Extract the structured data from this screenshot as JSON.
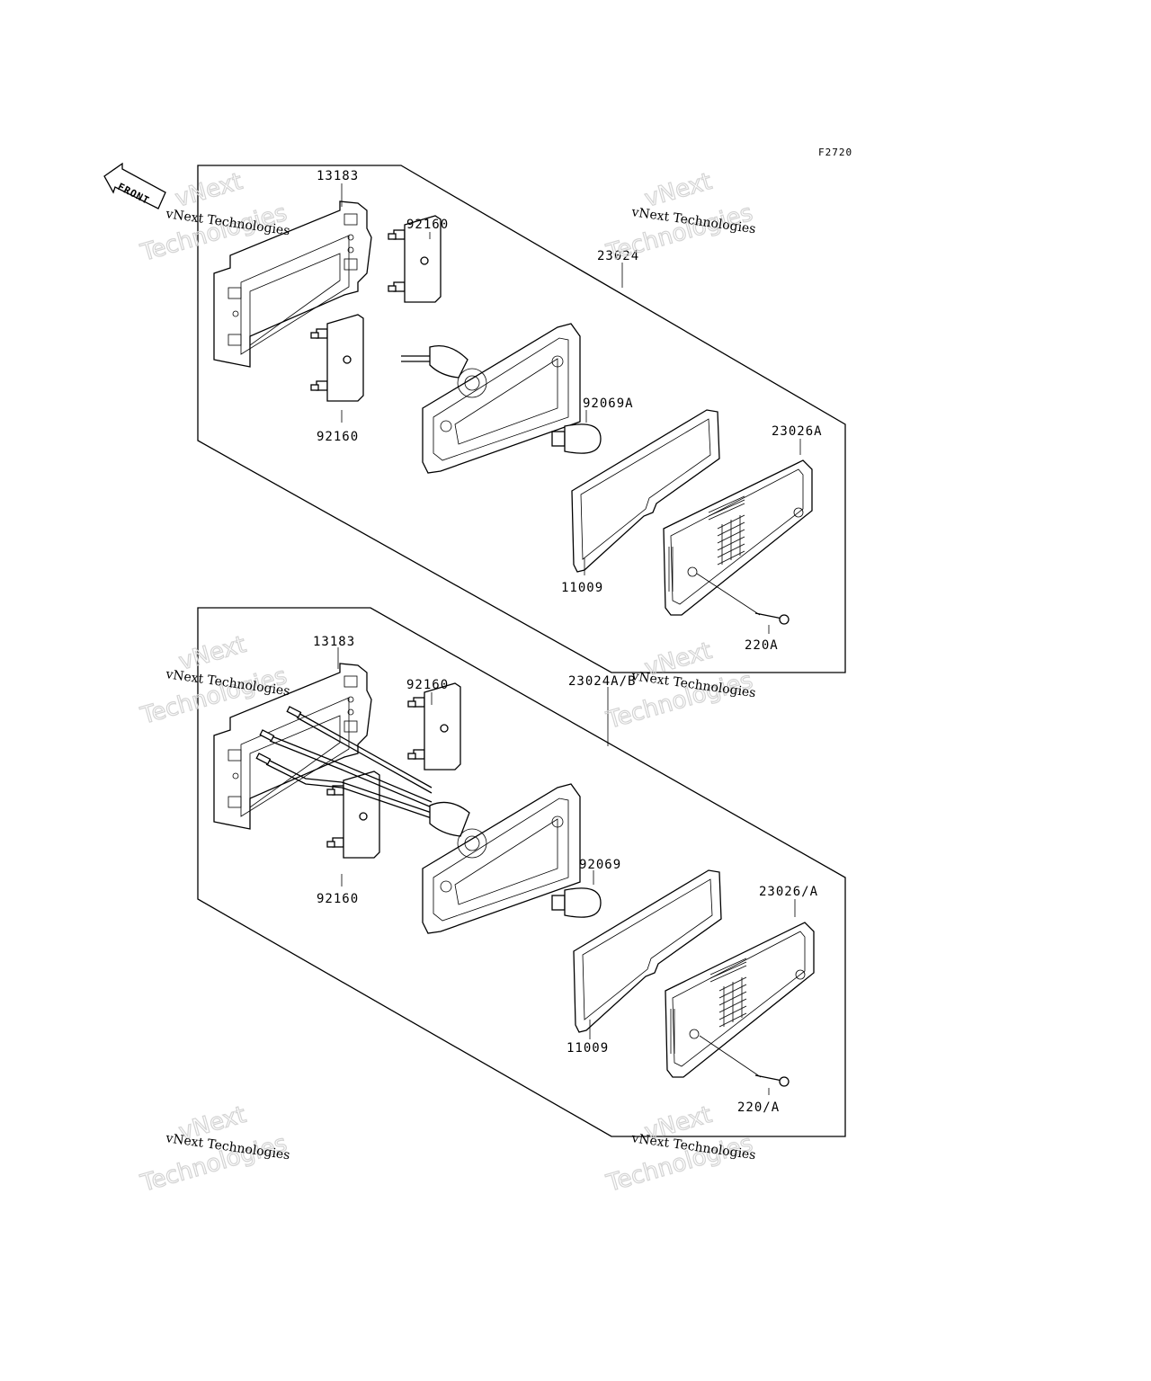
{
  "diagram_code": "F2720",
  "front_label": "FRONT",
  "watermark": {
    "line1": "vNext",
    "line2": "Technologies",
    "small": "vNext Technologies"
  },
  "assembly_upper": {
    "labels": {
      "bracket": "13183",
      "grommet_top": "92160",
      "grommet_bottom": "92160",
      "lamp_assy": "23024",
      "bulb": "92069A",
      "gasket": "11009",
      "lens": "23026A",
      "screw": "220A"
    }
  },
  "assembly_lower": {
    "labels": {
      "bracket": "13183",
      "grommet_top": "92160",
      "grommet_bottom": "92160",
      "lamp_assy": "23024A/B",
      "bulb": "92069",
      "gasket": "11009",
      "lens": "23026/A",
      "screw": "220/A"
    }
  }
}
